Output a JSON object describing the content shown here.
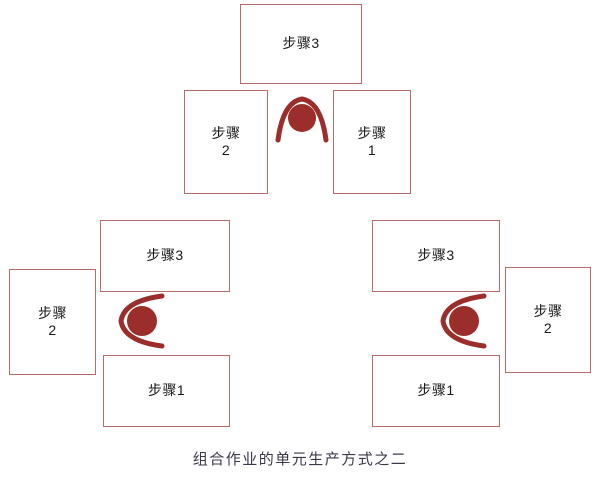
{
  "diagram": {
    "caption": "组合作业的单元生产方式之二",
    "colors": {
      "box_border": "#b96a6a",
      "worker": "#9b2d2b",
      "text": "#1a1a1a",
      "caption_text": "#3a3a4a",
      "background": "#ffffff"
    },
    "cells": [
      {
        "name": "top-cell",
        "worker_icon": "worker-person-icon",
        "worker_orientation": "up",
        "boxes": [
          {
            "name": "step-3",
            "label": "步骤3",
            "orientation": "horizontal"
          },
          {
            "name": "step-2",
            "label": "步骤\n2",
            "orientation": "vertical"
          },
          {
            "name": "step-1",
            "label": "步骤\n1",
            "orientation": "vertical"
          }
        ]
      },
      {
        "name": "bottom-left-cell",
        "worker_icon": "worker-person-icon",
        "worker_orientation": "right",
        "boxes": [
          {
            "name": "step-3",
            "label": "步骤3",
            "orientation": "horizontal"
          },
          {
            "name": "step-2",
            "label": "步骤\n2",
            "orientation": "vertical"
          },
          {
            "name": "step-1",
            "label": "步骤1",
            "orientation": "horizontal"
          }
        ]
      },
      {
        "name": "bottom-right-cell",
        "worker_icon": "worker-person-icon",
        "worker_orientation": "right",
        "boxes": [
          {
            "name": "step-3",
            "label": "步骤3",
            "orientation": "horizontal"
          },
          {
            "name": "step-2",
            "label": "步骤\n2",
            "orientation": "vertical"
          },
          {
            "name": "step-1",
            "label": "步骤1",
            "orientation": "horizontal"
          }
        ]
      }
    ]
  }
}
